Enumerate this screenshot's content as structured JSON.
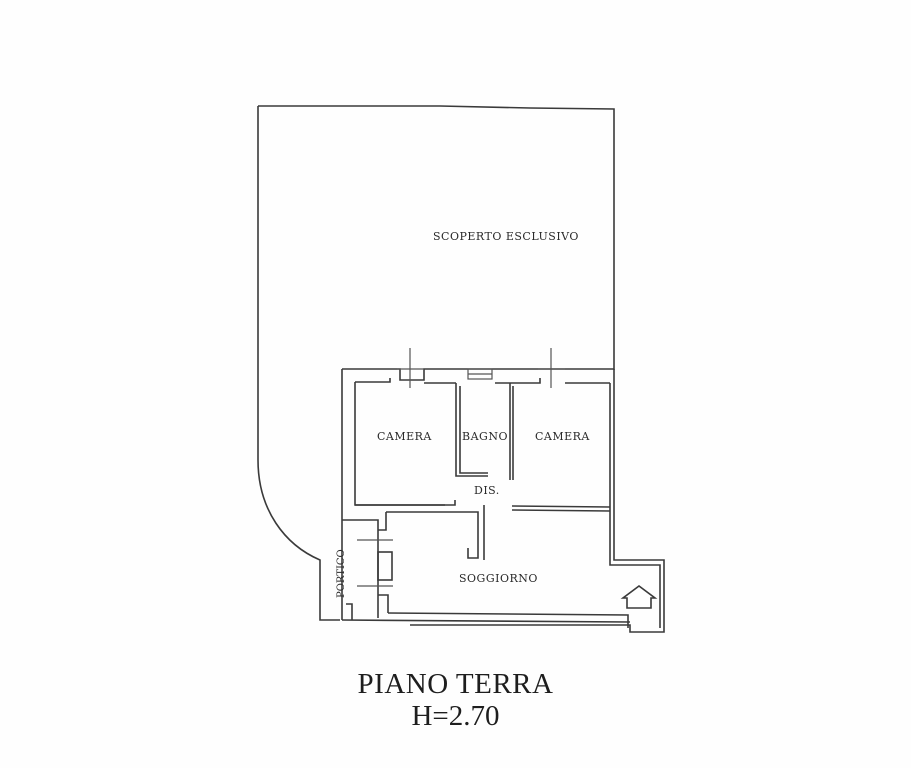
{
  "plan": {
    "rooms": [
      {
        "id": "scoperto",
        "label": "SCOPERTO ESCLUSIVO"
      },
      {
        "id": "camera-left",
        "label": "CAMERA"
      },
      {
        "id": "bagno",
        "label": "BAGNO"
      },
      {
        "id": "camera-right",
        "label": "CAMERA"
      },
      {
        "id": "dis",
        "label": "DIS."
      },
      {
        "id": "soggiorno",
        "label": "SOGGIORNO"
      },
      {
        "id": "portico",
        "label": "PORTICO"
      }
    ],
    "entrance_symbol": "entrance-arrow-icon"
  },
  "caption": {
    "floor": "PIANO TERRA",
    "height": "H=2.70"
  },
  "colors": {
    "line": "#3a3a3a",
    "background": "#fefefe"
  }
}
